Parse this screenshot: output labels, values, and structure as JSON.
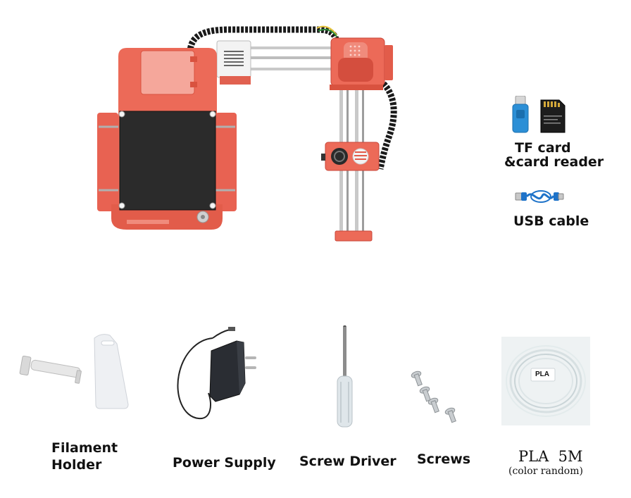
{
  "accessories": {
    "tf_card_line1": "TF card",
    "tf_card_line2": "&card reader",
    "usb_cable": "USB cable"
  },
  "kit": {
    "filament_holder_line1": "Filament",
    "filament_holder_line2": "Holder",
    "power_supply": "Power Supply",
    "screw_driver": "Screw Driver",
    "screws": "Screws",
    "pla_title": "PLA  5M",
    "pla_note": "(color random)",
    "pla_tag": "PLA"
  },
  "colors": {
    "printer_body": "#ec6a58",
    "printer_dark": "#d9523f",
    "build_plate": "#2b2b2b",
    "rail": "#c9c9c9",
    "card_reader": "#2c8fd6",
    "usb_cable": "#1e73c9",
    "screwdriver_handle": "#dfe6ea"
  }
}
